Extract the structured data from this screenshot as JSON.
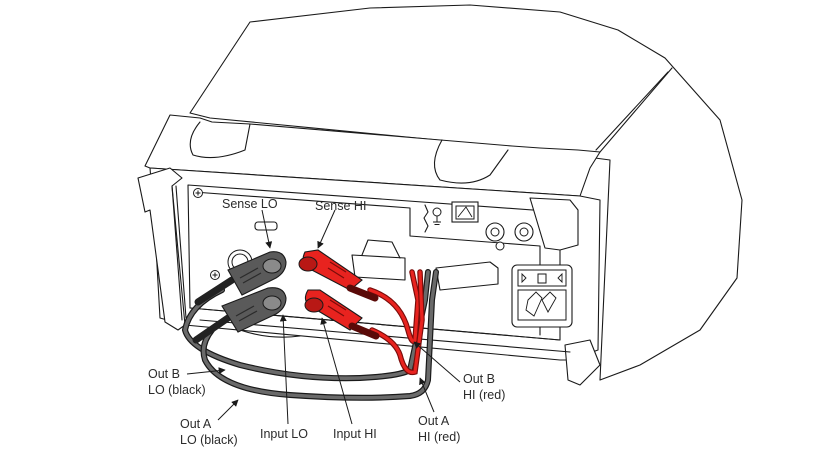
{
  "figure": {
    "subject": "Instrument rear panel with remote sense test lead connections",
    "colors": {
      "red_lead": "#e8231f",
      "red_lead_dark": "#b81815",
      "black_lead": "#5a5a5a",
      "black_lead_dark": "#3a3a3a",
      "outline": "#1a1a1a",
      "background": "#ffffff"
    }
  },
  "labels": {
    "sense_lo": "Sense LO",
    "sense_hi": "Sense HI",
    "out_b_lo_line1": "Out B",
    "out_b_lo_line2": "LO (black)",
    "out_a_lo_line1": "Out A",
    "out_a_lo_line2": "LO (black)",
    "input_lo": "Input LO",
    "input_hi": "Input HI",
    "out_b_hi_line1": "Out B",
    "out_b_hi_line2": "HI (red)",
    "out_a_hi_line1": "Out A",
    "out_a_hi_line2": "HI (red)"
  }
}
